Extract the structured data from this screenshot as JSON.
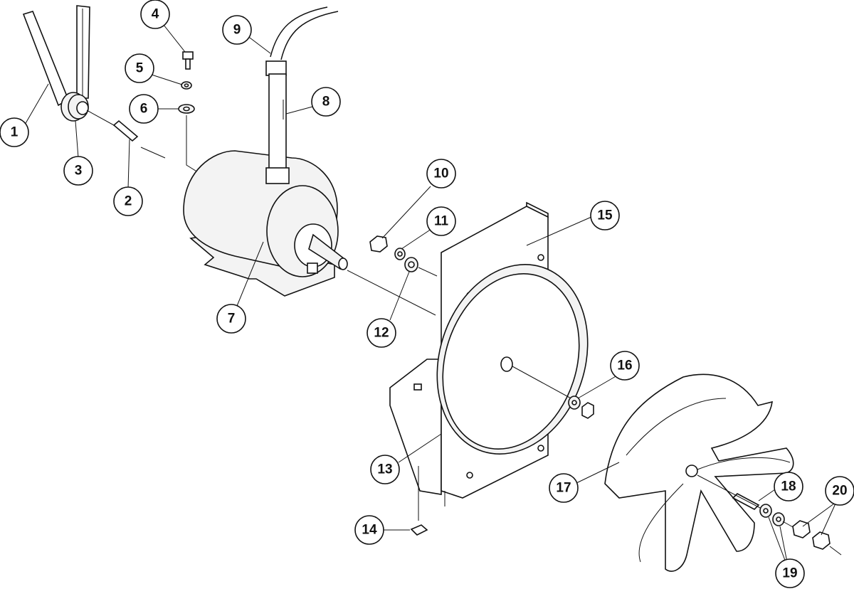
{
  "callouts": [
    {
      "id": 1,
      "label": "1"
    },
    {
      "id": 2,
      "label": "2"
    },
    {
      "id": 3,
      "label": "3"
    },
    {
      "id": 4,
      "label": "4"
    },
    {
      "id": 5,
      "label": "5"
    },
    {
      "id": 6,
      "label": "6"
    },
    {
      "id": 7,
      "label": "7"
    },
    {
      "id": 8,
      "label": "8"
    },
    {
      "id": 9,
      "label": "9"
    },
    {
      "id": 10,
      "label": "10"
    },
    {
      "id": 11,
      "label": "11"
    },
    {
      "id": 12,
      "label": "12"
    },
    {
      "id": 13,
      "label": "13"
    },
    {
      "id": 14,
      "label": "14"
    },
    {
      "id": 15,
      "label": "15"
    },
    {
      "id": 16,
      "label": "16"
    },
    {
      "id": 17,
      "label": "17"
    },
    {
      "id": 18,
      "label": "18"
    },
    {
      "id": 19,
      "label": "19"
    },
    {
      "id": 20,
      "label": "20"
    }
  ]
}
